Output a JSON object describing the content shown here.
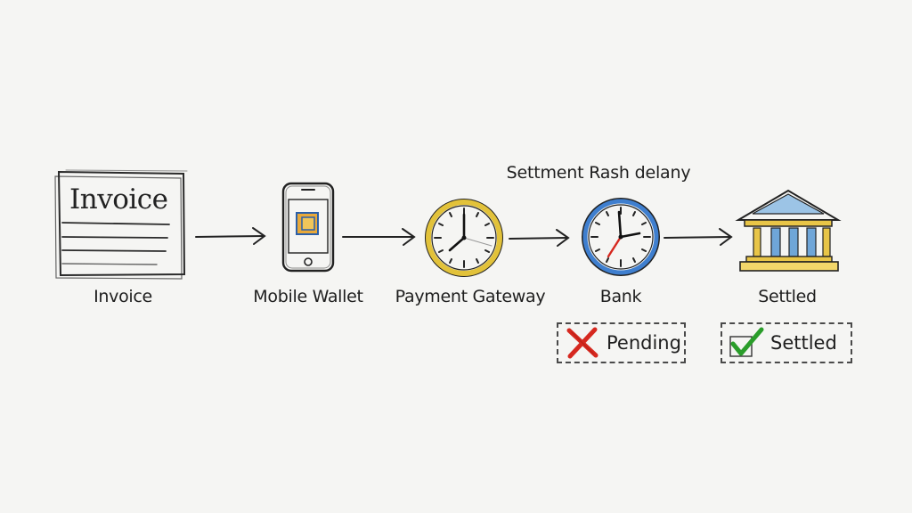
{
  "annotation": "Settment Rash delany",
  "invoice_heading": "Invoice",
  "nodes": [
    {
      "id": "invoice",
      "label": "Invoice",
      "icon": "invoice-document-icon"
    },
    {
      "id": "mobile-wallet",
      "label": "Mobile Wallet",
      "icon": "smartphone-icon"
    },
    {
      "id": "payment-gateway",
      "label": "Payment Gateway",
      "icon": "clock-icon"
    },
    {
      "id": "bank",
      "label": "Bank",
      "icon": "clock-icon"
    },
    {
      "id": "settled",
      "label": "Settled",
      "icon": "bank-building-icon"
    }
  ],
  "statuses": [
    {
      "label": "Pending",
      "icon": "red-cross-icon",
      "color": "#d6281f"
    },
    {
      "label": "Settled",
      "icon": "green-checkmark-icon",
      "color": "#2a9d2a"
    }
  ],
  "colors": {
    "ink": "#1e1e1e",
    "gateway_clock_rim": "#e2c23a",
    "bank_clock_rim": "#3f7fcf",
    "bank_clock_hand": "#d6281f",
    "building_columns": "#6fa6d8",
    "building_gold": "#e8c547"
  }
}
